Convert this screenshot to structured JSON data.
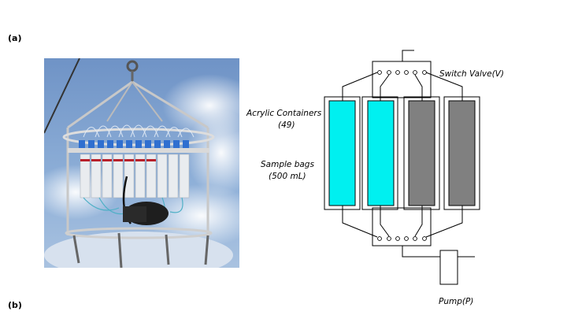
{
  "panel_labels": {
    "a": "(a)",
    "b": "(b)"
  },
  "labels": {
    "switch_valve": "Switch Valve(V)",
    "acrylic_containers": "Acrylic Containers",
    "acrylic_count": "(49)",
    "sample_bags": "Sample bags",
    "sample_volume": "(500 mL)",
    "pump": "Pump(P)"
  },
  "containers": [
    {
      "state": "filled",
      "color": "#00f0f0"
    },
    {
      "state": "filled",
      "color": "#00f0f0"
    },
    {
      "state": "empty",
      "color": "#808080"
    },
    {
      "state": "empty",
      "color": "#808080"
    }
  ]
}
